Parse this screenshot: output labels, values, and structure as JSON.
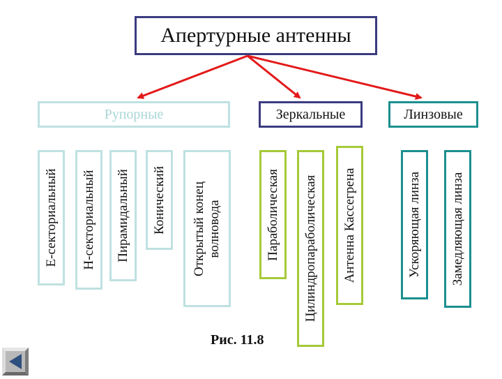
{
  "title": "Апертурные антенны",
  "categories": {
    "horn": "Рупорные",
    "mirror": "Зеркальные",
    "lens": "Линзовые"
  },
  "horn_items": {
    "e_sectoral": "Е-секториальный",
    "h_sectoral": "Н-секториальный",
    "pyramidal": "Пирамидальный",
    "conical": "Конический",
    "open_waveguide": "Открытый  конец волновода"
  },
  "mirror_items": {
    "parabolic": "Параболическая",
    "cylindrical": "Цилиндропараболическая",
    "cassegrain": "Антенна Кассегрена"
  },
  "lens_items": {
    "accelerating": "Ускоряющая линза",
    "decelerating": "Замедляющая линза"
  },
  "caption": "Рис. 11.8",
  "colors": {
    "arrow": "#e31919",
    "dark_border": "#3b3b80",
    "horn_border": "#bfe1e1",
    "mirror_border": "#a6c938",
    "lens_border": "#1c8f8f"
  },
  "nav": {
    "back_icon": "back-arrow-icon"
  }
}
